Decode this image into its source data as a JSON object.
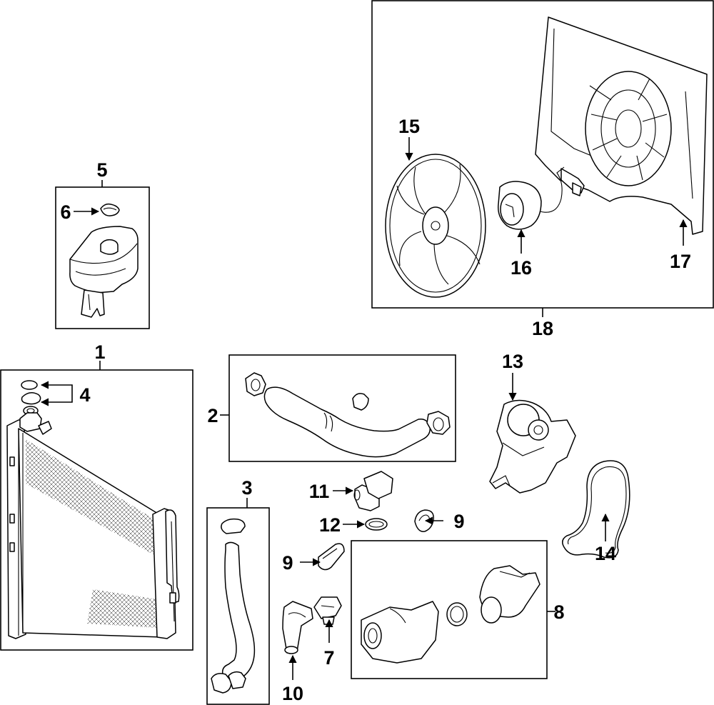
{
  "diagram": {
    "callouts": [
      {
        "id": "1",
        "label": "1"
      },
      {
        "id": "2",
        "label": "2"
      },
      {
        "id": "3",
        "label": "3"
      },
      {
        "id": "4",
        "label": "4"
      },
      {
        "id": "5",
        "label": "5"
      },
      {
        "id": "6",
        "label": "6"
      },
      {
        "id": "7",
        "label": "7"
      },
      {
        "id": "8",
        "label": "8"
      },
      {
        "id": "9a",
        "label": "9"
      },
      {
        "id": "9b",
        "label": "9"
      },
      {
        "id": "10",
        "label": "10"
      },
      {
        "id": "11",
        "label": "11"
      },
      {
        "id": "12",
        "label": "12"
      },
      {
        "id": "13",
        "label": "13"
      },
      {
        "id": "14",
        "label": "14"
      },
      {
        "id": "15",
        "label": "15"
      },
      {
        "id": "16",
        "label": "16"
      },
      {
        "id": "17",
        "label": "17"
      },
      {
        "id": "18",
        "label": "18"
      }
    ],
    "parts": [
      {
        "name": "radiator-assembly",
        "icon": "radiator-icon"
      },
      {
        "name": "upper-radiator-hose",
        "icon": "hose-icon"
      },
      {
        "name": "lower-radiator-hose",
        "icon": "hose-icon"
      },
      {
        "name": "radiator-cap-seals",
        "icon": "cap-seal-icon"
      },
      {
        "name": "coolant-reservoir",
        "icon": "reservoir-icon"
      },
      {
        "name": "reservoir-cap",
        "icon": "cap-icon"
      },
      {
        "name": "thermostat",
        "icon": "thermostat-icon"
      },
      {
        "name": "thermostat-housing-assembly",
        "icon": "housing-icon"
      },
      {
        "name": "housing-gasket",
        "icon": "gasket-icon"
      },
      {
        "name": "water-outlet",
        "icon": "outlet-icon"
      },
      {
        "name": "outlet-fitting",
        "icon": "fitting-icon"
      },
      {
        "name": "o-ring",
        "icon": "o-ring-icon"
      },
      {
        "name": "water-pump",
        "icon": "water-pump-icon"
      },
      {
        "name": "water-pump-gasket",
        "icon": "gasket-icon"
      },
      {
        "name": "fan-blade",
        "icon": "fan-blade-icon"
      },
      {
        "name": "fan-motor",
        "icon": "motor-icon"
      },
      {
        "name": "fan-shroud",
        "icon": "shroud-icon"
      },
      {
        "name": "fan-module-assembly",
        "icon": "fan-module-icon"
      }
    ]
  }
}
